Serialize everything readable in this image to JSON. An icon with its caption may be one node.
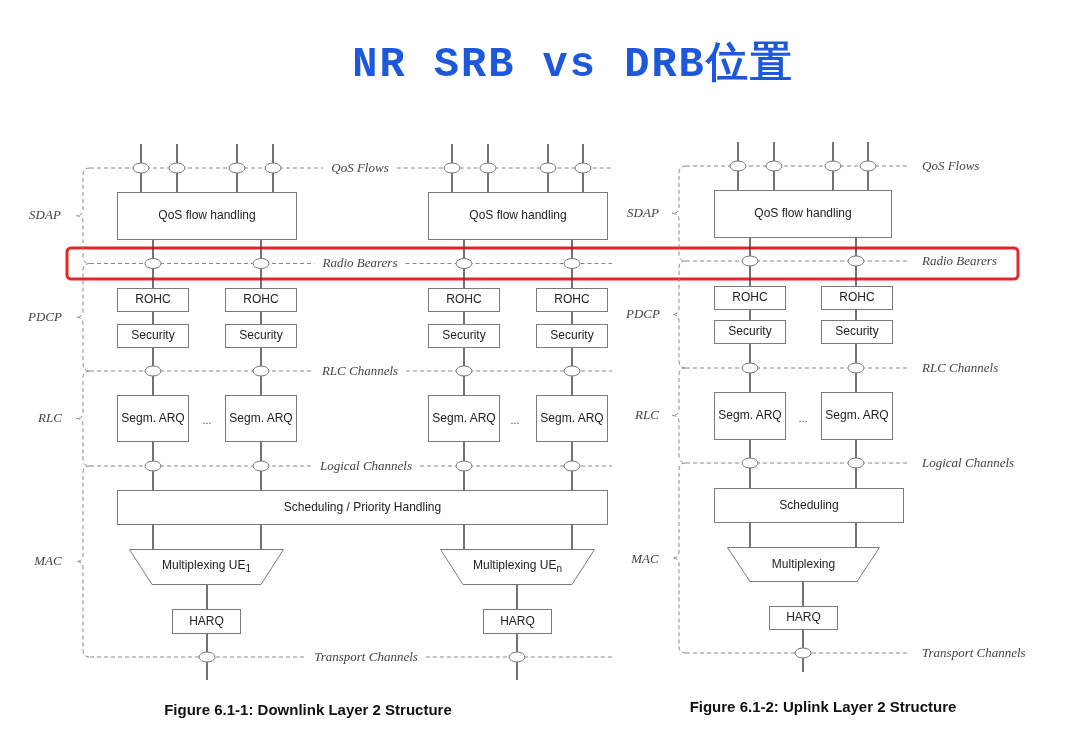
{
  "diagram": {
    "title": "NR SRB vs DRB位置",
    "nodes": [
      {
        "text": [
          "QoS flow handling"
        ]
      },
      {
        "text": [
          "QoS flow handling"
        ]
      },
      {
        "text": [
          "ROHC"
        ]
      },
      {
        "text": [
          "ROHC"
        ]
      },
      {
        "text": [
          "ROHC"
        ]
      },
      {
        "text": [
          "ROHC"
        ]
      },
      {
        "text": [
          "Security"
        ]
      },
      {
        "text": [
          "Security"
        ]
      },
      {
        "text": [
          "Security"
        ]
      },
      {
        "text": [
          "Security"
        ]
      },
      {
        "text": [
          "Segm. ARQ"
        ]
      },
      {
        "text": [
          "Segm. ARQ"
        ]
      },
      {
        "text": [
          "Segm. ARQ"
        ]
      },
      {
        "text": [
          "Segm. ARQ"
        ]
      },
      {
        "text": [
          "Scheduling / Priority Handling"
        ]
      },
      {
        "text": [
          "Multiplexing UE$_{1}$"
        ]
      },
      {
        "text": [
          "Multiplexing UE$_{n}$"
        ]
      },
      {
        "text": [
          "HARQ"
        ]
      },
      {
        "text": [
          "HARQ"
        ]
      },
      {
        "text": [
          "QoS flow handling"
        ]
      },
      {
        "text": [
          "ROHC"
        ]
      },
      {
        "text": [
          "ROHC"
        ]
      },
      {
        "text": [
          "Security"
        ]
      },
      {
        "text": [
          "Security"
        ]
      },
      {
        "text": [
          "Segm. ARQ"
        ]
      },
      {
        "text": [
          "Segm. ARQ"
        ]
      },
      {
        "text": [
          "Scheduling"
        ]
      },
      {
        "text": [
          "Multiplexing"
        ]
      },
      {
        "text": [
          "HARQ"
        ]
      }
    ],
    "edges": [
      {
        "from": null,
        "to": 0,
        "arrow": "none"
      },
      {
        "from": null,
        "to": 0,
        "arrow": "none"
      },
      {
        "from": null,
        "to": 0,
        "arrow": "none"
      },
      {
        "from": null,
        "to": 0,
        "arrow": "none"
      },
      {
        "from": null,
        "to": 1,
        "arrow": "none"
      },
      {
        "from": null,
        "to": 1,
        "arrow": "none"
      },
      {
        "from": null,
        "to": 1,
        "arrow": "none"
      },
      {
        "from": null,
        "to": 1,
        "arrow": "none"
      },
      {
        "from": 0,
        "to": 2,
        "arrow": "none"
      },
      {
        "from": 0,
        "to": 3,
        "arrow": "none"
      },
      {
        "from": 1,
        "to": 4,
        "arrow": "none"
      },
      {
        "from": 1,
        "to": 5,
        "arrow": "none"
      },
      {
        "from": 2,
        "to": 6,
        "arrow": "none"
      },
      {
        "from": 3,
        "to": 7,
        "arrow": "none"
      },
      {
        "from": 4,
        "to": 8,
        "arrow": "none"
      },
      {
        "from": 5,
        "to": 9,
        "arrow": "none"
      },
      {
        "from": 6,
        "to": 10,
        "arrow": "none"
      },
      {
        "from": 7,
        "to": 11,
        "arrow": "none"
      },
      {
        "from": 8,
        "to": 12,
        "arrow": "none"
      },
      {
        "from": 9,
        "to": 13,
        "arrow": "none"
      },
      {
        "from": 10,
        "to": 14,
        "arrow": "none"
      },
      {
        "from": 11,
        "to": 14,
        "arrow": "none"
      },
      {
        "from": 12,
        "to": 14,
        "arrow": "none"
      },
      {
        "from": 13,
        "to": 14,
        "arrow": "none"
      },
      {
        "from": 14,
        "to": 15,
        "arrow": "none"
      },
      {
        "from": 14,
        "to": 15,
        "arrow": "none"
      },
      {
        "from": 14,
        "to": 16,
        "arrow": "none"
      },
      {
        "from": 14,
        "to": 16,
        "arrow": "none"
      },
      {
        "from": 15,
        "to": 17,
        "arrow": "none"
      },
      {
        "from": 16,
        "to": 18,
        "arrow": "none"
      },
      {
        "from": 17,
        "to": null,
        "arrow": "none"
      },
      {
        "from": 18,
        "to": null,
        "arrow": "none"
      },
      {
        "from": null,
        "to": 19,
        "arrow": "none"
      },
      {
        "from": null,
        "to": 19,
        "arrow": "none"
      },
      {
        "from": null,
        "to": 19,
        "arrow": "none"
      },
      {
        "from": null,
        "to": 19,
        "arrow": "none"
      },
      {
        "from": 19,
        "to": 20,
        "arrow": "none"
      },
      {
        "from": 19,
        "to": 21,
        "arrow": "none"
      },
      {
        "from": 20,
        "to": 22,
        "arrow": "none"
      },
      {
        "from": 21,
        "to": 23,
        "arrow": "none"
      },
      {
        "from": 22,
        "to": 24,
        "arrow": "none"
      },
      {
        "from": 23,
        "to": 25,
        "arrow": "none"
      },
      {
        "from": 24,
        "to": 26,
        "arrow": "none"
      },
      {
        "from": 25,
        "to": 26,
        "arrow": "none"
      },
      {
        "from": 26,
        "to": 27,
        "arrow": "none"
      },
      {
        "from": 26,
        "to": 27,
        "arrow": "none"
      },
      {
        "from": 27,
        "to": 28,
        "arrow": "none"
      },
      {
        "from": 28,
        "to": null,
        "arrow": "none"
      }
    ],
    "labels": [
      "QoS Flows",
      "SDAP",
      "Radio Bearers",
      "PDCP",
      "RLC Channels",
      "RLC",
      "...",
      "...",
      "Logical Channels",
      "MAC",
      "Transport Channels",
      "Figure 6.1-1: Downlink Layer 2 Structure",
      "QoS Flows",
      "SDAP",
      "Radio Bearers",
      "PDCP",
      "RLC Channels",
      "RLC",
      "...",
      "Logical Channels",
      "MAC",
      "Transport Channels",
      "Figure 6.1-2: Uplink Layer 2 Structure"
    ]
  }
}
